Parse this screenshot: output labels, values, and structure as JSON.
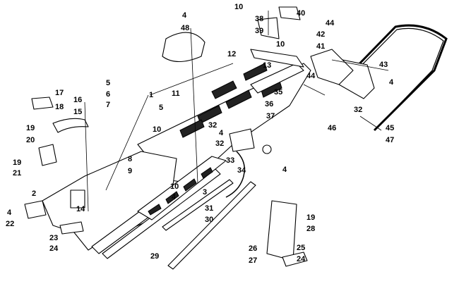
{
  "callouts": [
    "1",
    "2",
    "3",
    "4",
    "5",
    "6",
    "7",
    "8",
    "9",
    "10",
    "11",
    "12",
    "13",
    "14",
    "15",
    "16",
    "17",
    "18",
    "19",
    "20",
    "21",
    "22",
    "23",
    "24",
    "25",
    "26",
    "27",
    "28",
    "29",
    "30",
    "31",
    "32",
    "33",
    "34",
    "35",
    "36",
    "37",
    "38",
    "39",
    "40",
    "41",
    "42",
    "43",
    "44",
    "45",
    "46",
    "47",
    "48"
  ]
}
